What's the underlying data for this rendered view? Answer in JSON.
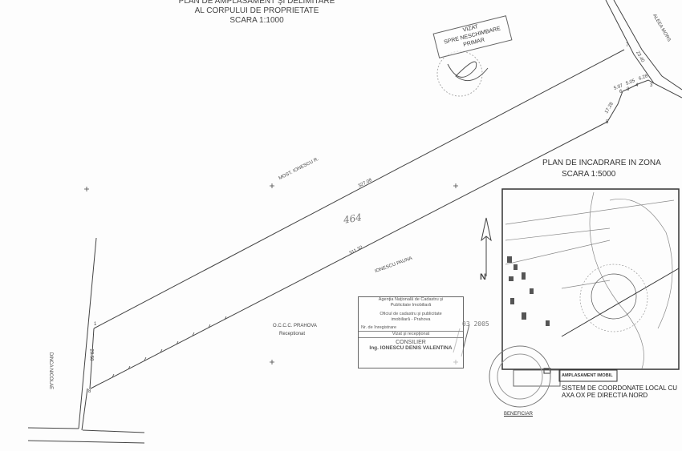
{
  "header": {
    "title_line1": "PLAN DE AMPLASAMENT ŞI DELIMITARE",
    "title_line2": "AL CORPULUI DE PROPRIETATE",
    "scale": "SCARA 1:1000"
  },
  "neighbors": {
    "north": "MOST. IONESCU R.",
    "south": "IONESCU PAUNA",
    "west": "DINCA NICOLAE",
    "east": "ALEEA MORS"
  },
  "measurements": {
    "top_side": "327.08",
    "bottom_side": "311.32",
    "left_side": "29.58",
    "right_side": "23.40",
    "seg_5_6": "17.28",
    "seg_6_8": "5.97",
    "seg_8_4": "5.05",
    "seg_4_3": "6.28"
  },
  "points": [
    "1",
    "8",
    "7",
    "5",
    "6",
    "8",
    "4",
    "3"
  ],
  "parcel_number_handwritten": "464",
  "ocpi_note": {
    "line1": "O.C.C.C. PRAHOVA",
    "line2": "Receptionat"
  },
  "vizat_stamp": {
    "line1": "VIZAT",
    "line2": "SPRE NESCHIMBARE",
    "line3": "PRIMAR"
  },
  "agency_stamp": {
    "line1": "Agenţia Naţională de Cadastru şi",
    "line2": "Publicitate Imobiliară",
    "line3": "Oficiul de cadastru şi publicitate",
    "line4": "imobiliară - Prahova",
    "reg_label": "Nr. de înregistrare",
    "date": "03 2005",
    "received": "Vizat şi recepţionat",
    "role": "CONSILIER",
    "name": "Ing. IONESCU DENIS VALENTINA"
  },
  "inset": {
    "title": "PLAN DE INCADRARE IN ZONA",
    "scale": "SCARA 1:5000",
    "legend_site": "AMPLASAMENT IMOBIL",
    "coord_note": "SISTEM DE COORDONATE LOCAL CU AXA OX PE DIRECTIA NORD",
    "beneficiar": "BENEFICIAR"
  },
  "north_arrow": "N"
}
